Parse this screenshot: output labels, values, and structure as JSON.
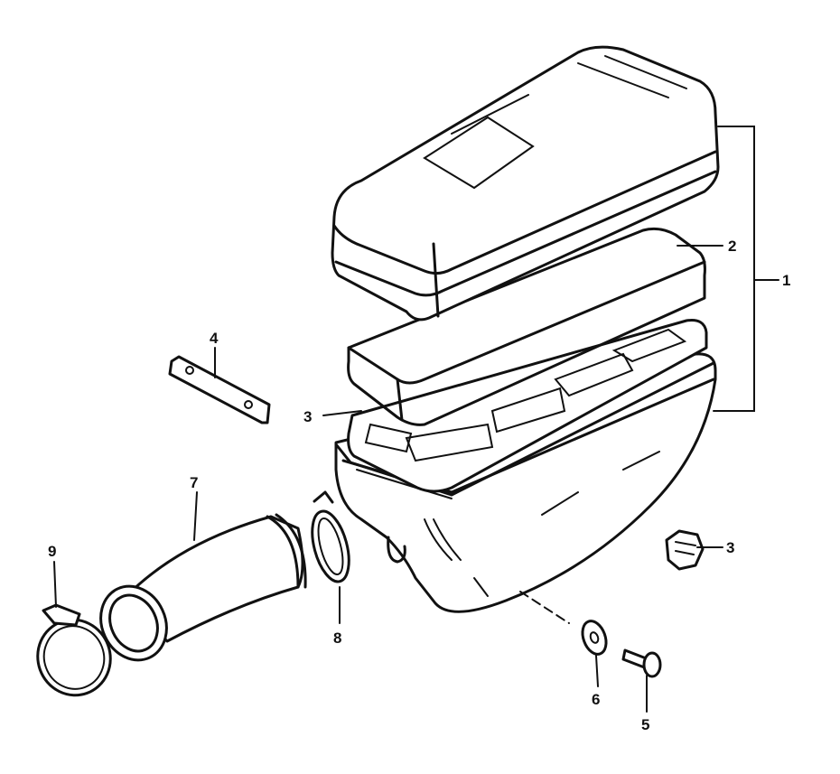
{
  "callouts": [
    {
      "id": "1",
      "label": "1"
    },
    {
      "id": "2",
      "label": "2"
    },
    {
      "id": "3a",
      "label": "3"
    },
    {
      "id": "3b",
      "label": "3"
    },
    {
      "id": "4",
      "label": "4"
    },
    {
      "id": "5",
      "label": "5"
    },
    {
      "id": "6",
      "label": "6"
    },
    {
      "id": "7",
      "label": "7"
    },
    {
      "id": "8",
      "label": "8"
    },
    {
      "id": "9",
      "label": "9"
    }
  ]
}
